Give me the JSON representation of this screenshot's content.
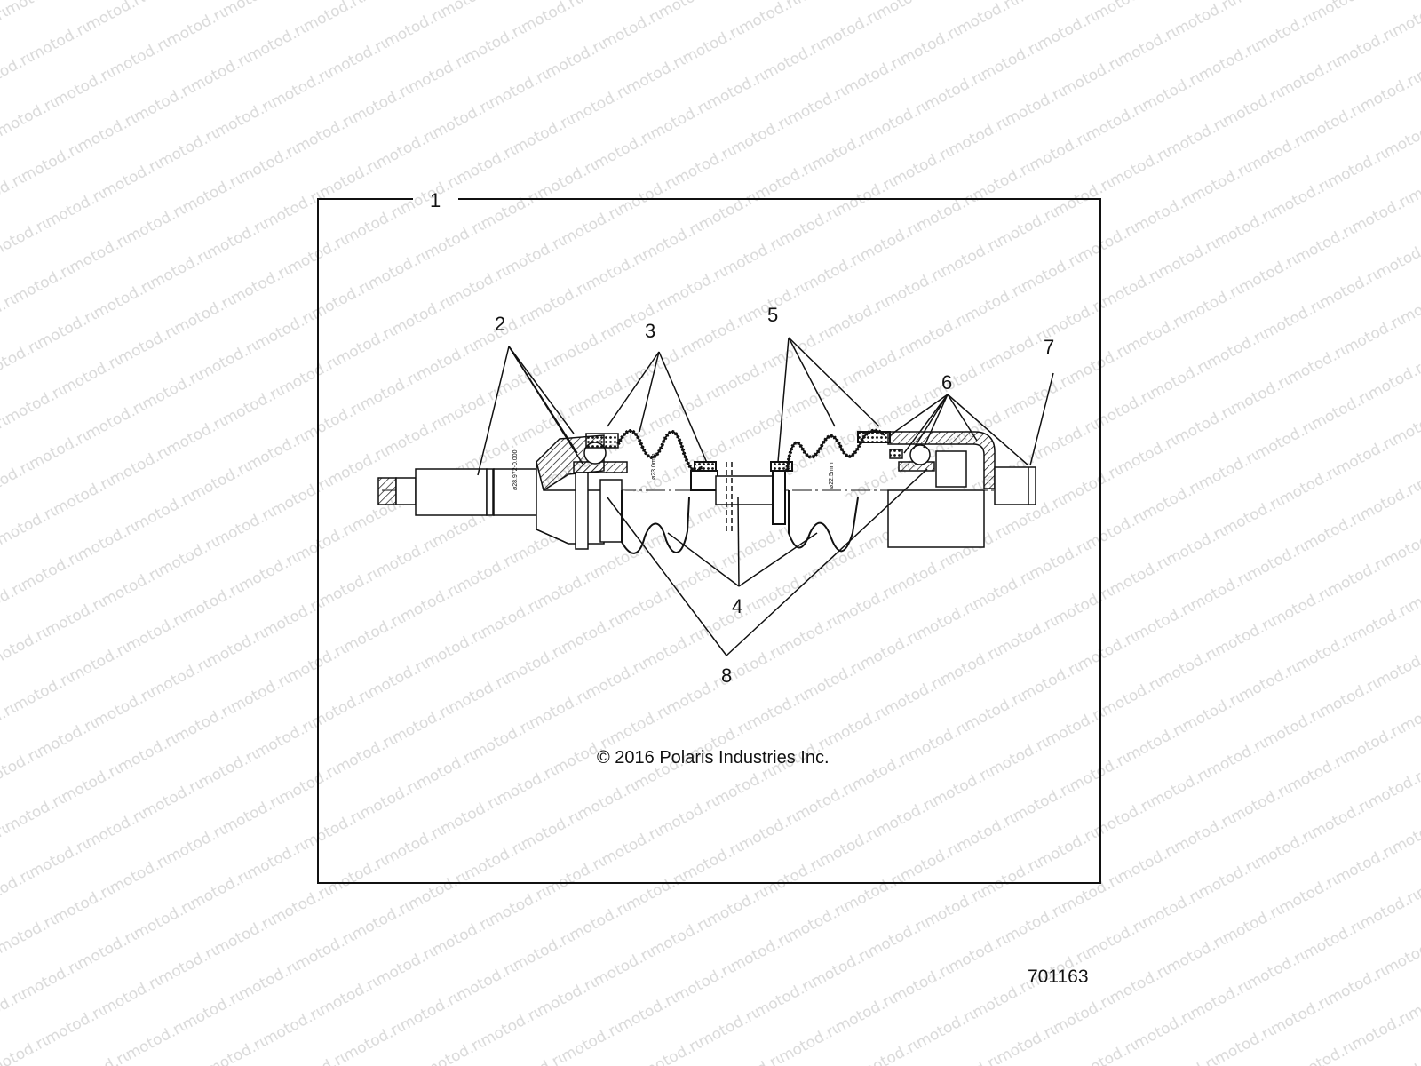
{
  "watermark": {
    "text": "motod.ru",
    "color": "#d6d6d6"
  },
  "frame": {
    "label": "1"
  },
  "callouts": [
    {
      "id": "1",
      "label": "1"
    },
    {
      "id": "2",
      "label": "2"
    },
    {
      "id": "3",
      "label": "3"
    },
    {
      "id": "4",
      "label": "4"
    },
    {
      "id": "5",
      "label": "5"
    },
    {
      "id": "6",
      "label": "6"
    },
    {
      "id": "7",
      "label": "7"
    },
    {
      "id": "8",
      "label": "8"
    }
  ],
  "dimensions": {
    "shaft_diameter": "ø28.972-0.000",
    "boot_left": "ø23.0mm",
    "boot_right": "ø22.5mm"
  },
  "footer": {
    "copyright": "© 2016 Polaris Industries Inc.",
    "figure_id": "701163"
  }
}
